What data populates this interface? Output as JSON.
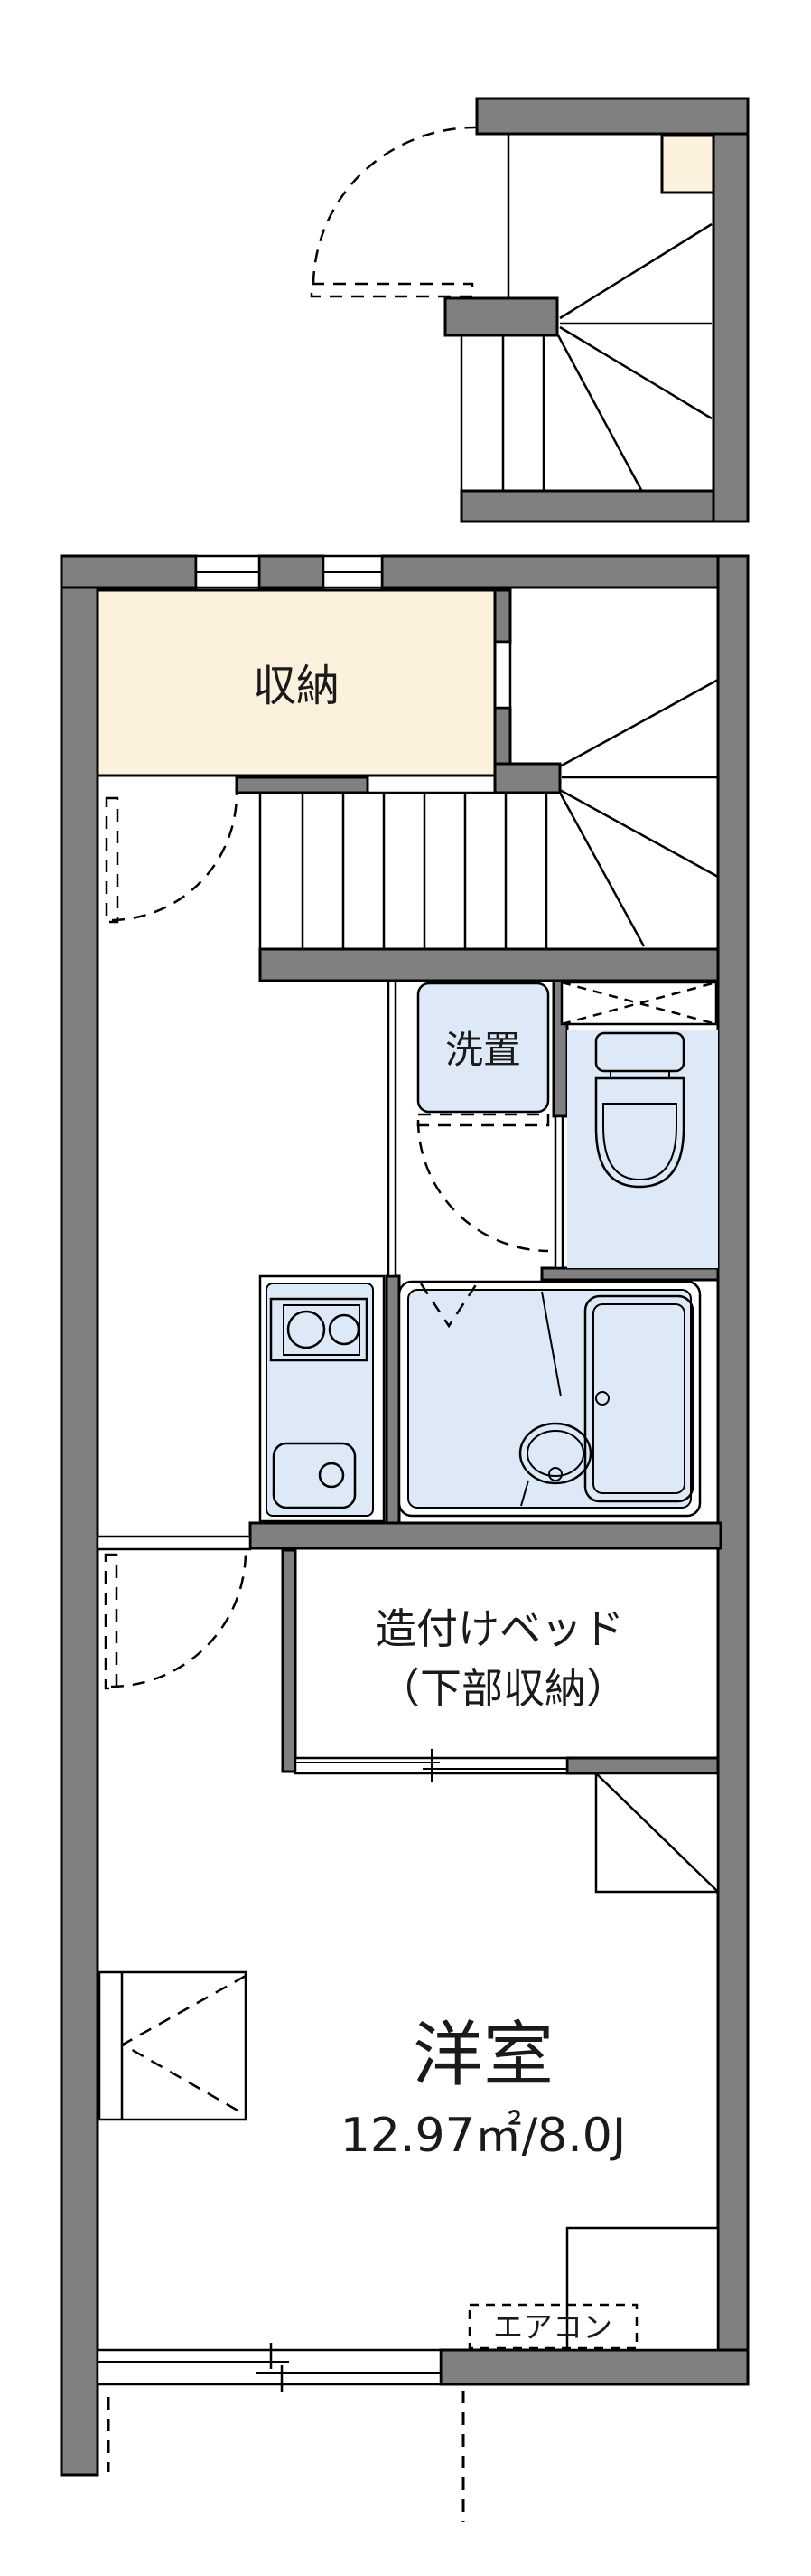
{
  "plan": {
    "type": "floor-plan",
    "floor_labels": {
      "storage": "収納",
      "laundry": "洗置",
      "built_in_bed_line1": "造付けベッド",
      "built_in_bed_line2": "（下部収納）",
      "western_room": "洋室",
      "western_room_area": "12.97㎡/8.0J",
      "air_conditioner": "エアコン"
    },
    "colors": {
      "wall": "#808080",
      "storage": "#FCF1DC",
      "wet": "#DEE9F7",
      "line": "#000000",
      "background": "#FFFFFF"
    }
  }
}
